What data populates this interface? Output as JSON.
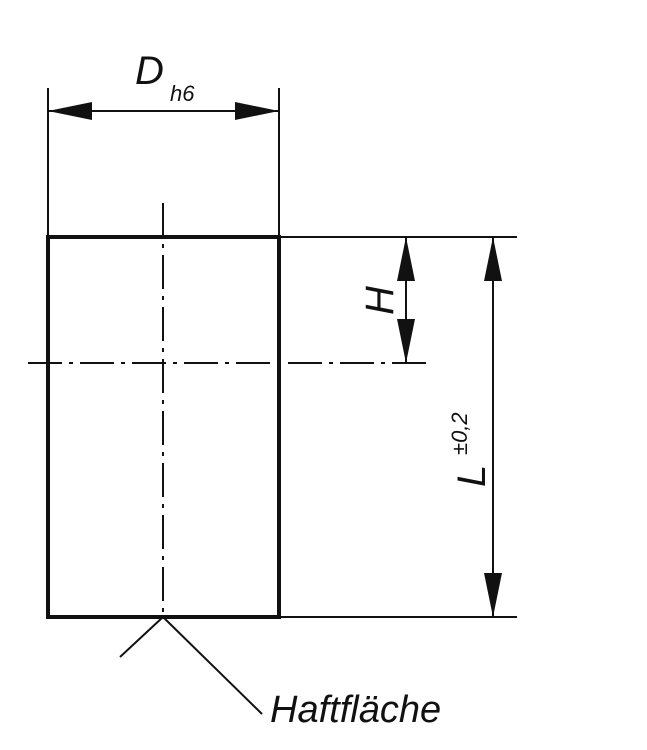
{
  "labels": {
    "diameter": "D",
    "diameter_tolerance": "h6",
    "height": "H",
    "length": "L",
    "length_tolerance": "±0,2",
    "surface_note": "Haftfläche"
  },
  "colors": {
    "line": "#111111",
    "background": "#ffffff"
  }
}
